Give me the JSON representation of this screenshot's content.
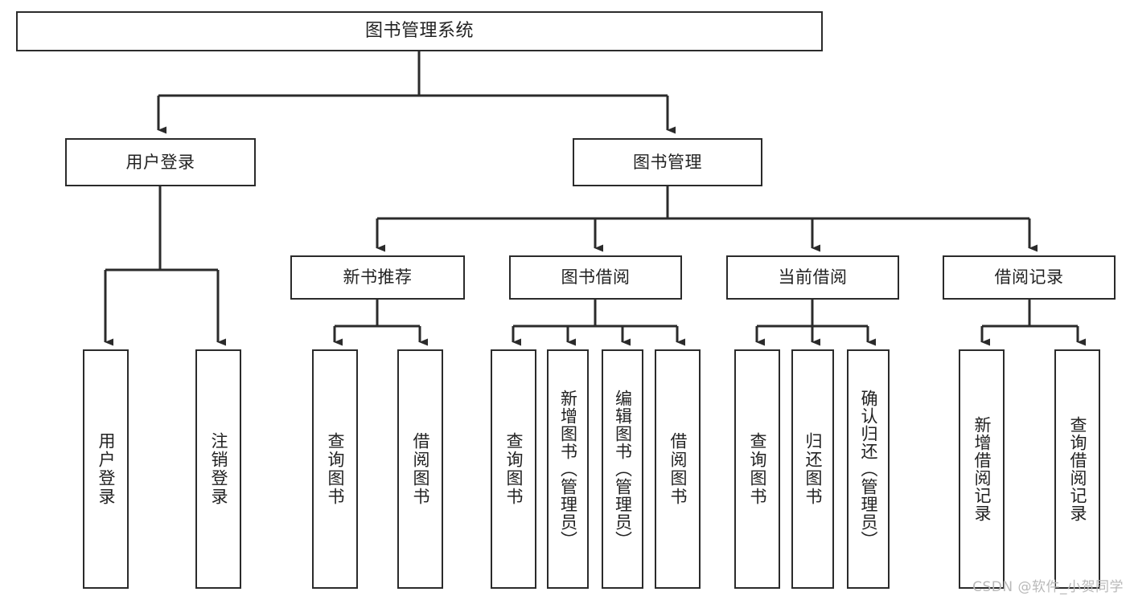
{
  "diagram": {
    "title": "图书管理系统",
    "watermark": "CSDN @软件_小贺同学",
    "colors": {
      "box_border": "#2b2b2b",
      "box_fill": "#ffffff",
      "connector": "#2b2b2b",
      "text": "#222222",
      "watermark": "#b9b9b9",
      "background": "#ffffff"
    },
    "root": {
      "label": "图书管理系统"
    },
    "level2": [
      {
        "label": "用户登录"
      },
      {
        "label": "图书管理"
      }
    ],
    "level3": [
      {
        "label": "新书推荐"
      },
      {
        "label": "图书借阅"
      },
      {
        "label": "当前借阅"
      },
      {
        "label": "借阅记录"
      }
    ],
    "leaves": {
      "user_login": [
        {
          "label": "用户登录"
        },
        {
          "label": "注销登录"
        }
      ],
      "new_book_recommend": [
        {
          "label": "查询图书"
        },
        {
          "label": "借阅图书"
        }
      ],
      "book_borrow": [
        {
          "label": "查询图书"
        },
        {
          "label": "新增图书（管理员）"
        },
        {
          "label": "编辑图书（管理员）"
        },
        {
          "label": "借阅图书"
        }
      ],
      "current_borrow": [
        {
          "label": "查询图书"
        },
        {
          "label": "归还图书"
        },
        {
          "label": "确认归还（管理员）"
        }
      ],
      "borrow_record": [
        {
          "label": "新增借阅记录"
        },
        {
          "label": "查询借阅记录"
        }
      ]
    }
  }
}
